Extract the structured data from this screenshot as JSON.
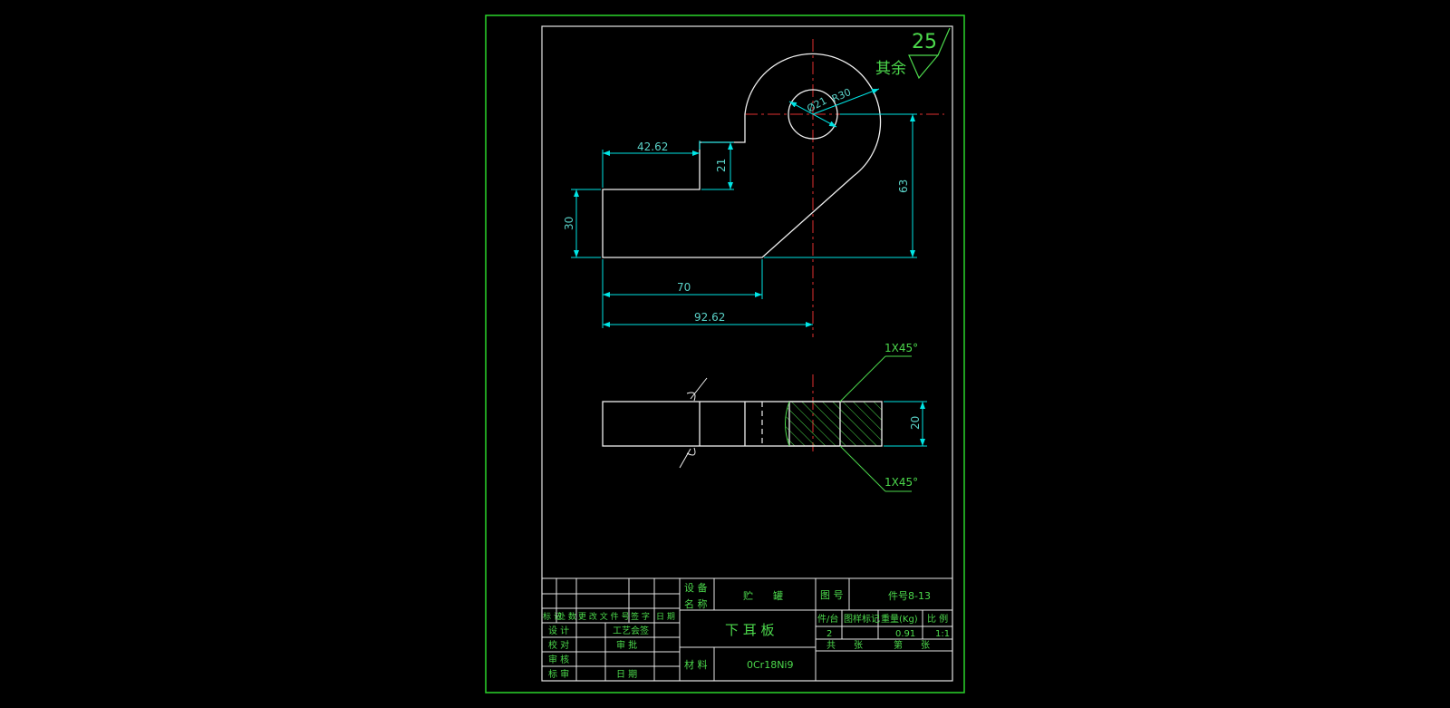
{
  "surface_finish": {
    "rest_label": "其余",
    "value": "25"
  },
  "dimensions": {
    "d_4262": "42.62",
    "d_21": "21",
    "d_30": "30",
    "d_63": "63",
    "d_70": "70",
    "d_9262": "92.62",
    "d_phi21": "Ø21",
    "d_r30": "R30",
    "chamfer_top": "1X45°",
    "chamfer_bottom": "1X45°",
    "d_20": "20"
  },
  "title_block": {
    "rev_header": [
      "标 记",
      "处 数",
      "更 改 文 件 号",
      "签 字",
      "日 期"
    ],
    "designed": "设 计",
    "checked": "校 对",
    "reviewed": "审 核",
    "standardized": "标 审",
    "process_sign": "工艺会签",
    "approved": "审 批",
    "date": "日 期",
    "equipment_label_1": "设 备",
    "equipment_label_2": "名 称",
    "equipment_name": "贮　　罐",
    "drawing_no_label": "图 号",
    "drawing_no": "件号8-13",
    "part_name": "下 耳 板",
    "material_label": "材 料",
    "material": "0Cr18Ni9",
    "qty_header": "件/台",
    "std_header": "图样标记",
    "weight_header": "重量(Kg)",
    "scale_header": "比 例",
    "qty": "2",
    "weight": "0.91",
    "scale": "1:1",
    "sheet_total": "共　　张",
    "sheet_no": "第　　张"
  }
}
